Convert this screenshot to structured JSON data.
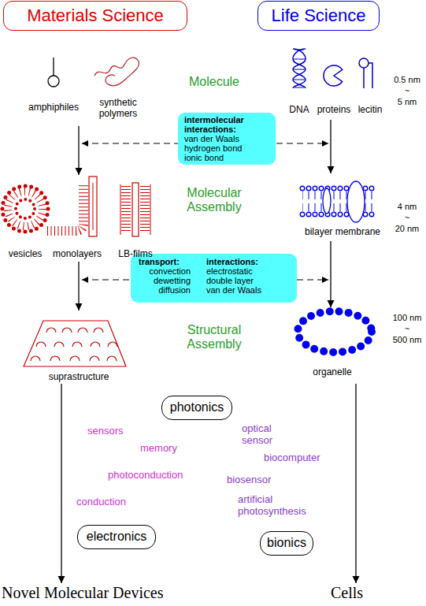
{
  "diagram": {
    "nodes": [
      {
        "text": [
          "Materials Science"
        ]
      },
      {
        "text": [
          "Life Science"
        ]
      },
      {
        "text": [
          "intermolecular interactions:",
          "van der Waals hydrogen bond ionic bond"
        ]
      },
      {
        "text": [
          "transport:",
          "convection dewetting diffusion",
          "interactions:",
          "electrostatic double layer van der Waals"
        ]
      },
      {
        "text": [
          "photonics"
        ]
      },
      {
        "text": [
          "electronics"
        ]
      },
      {
        "text": [
          "bionics"
        ]
      }
    ],
    "labels": [
      "Molecule",
      "amphiphiles",
      "synthetic polymers",
      "DNA",
      "proteins",
      "lecitin",
      "0.5 nm",
      "~",
      "5 nm",
      "Molecular Assembly",
      "vesicles",
      "monolayers",
      "LB-films",
      "bilayer membrane",
      "4 nm",
      "~",
      "20 nm",
      "Structural Assembly",
      "suprastructure",
      "organelle",
      "100 nm",
      "~",
      "500 nm",
      "sensors",
      "memory",
      "photoconduction",
      "conduction",
      "optical sensor",
      "biocomputer",
      "biosensor",
      "artificial photosynthesis",
      "Novel Molecular Devices",
      "Cells"
    ]
  }
}
